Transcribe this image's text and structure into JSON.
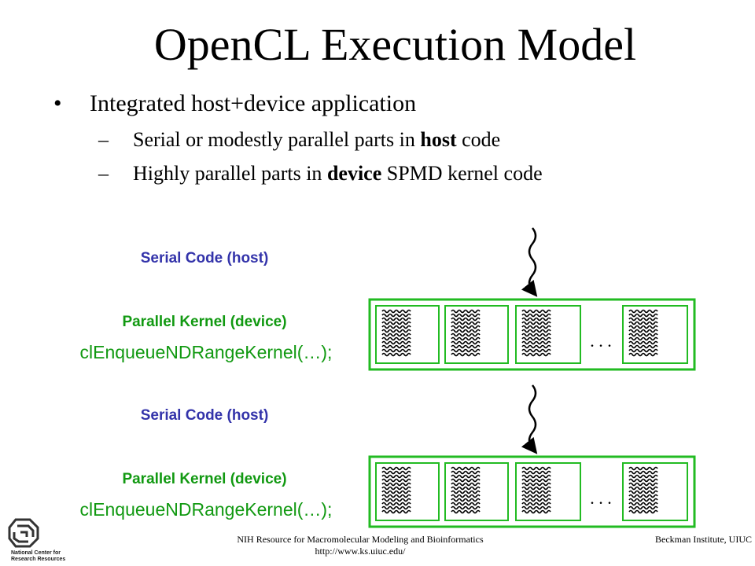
{
  "title": "OpenCL Execution Model",
  "bullet": {
    "marker": "•",
    "text": "Integrated host+device application"
  },
  "subbullets": [
    {
      "marker": "–",
      "pre": "Serial or modestly parallel parts in ",
      "bold": "host",
      "post": " code"
    },
    {
      "marker": "–",
      "pre": "Highly parallel parts in ",
      "bold": "device",
      "post": " SPMD kernel code"
    }
  ],
  "stages": [
    {
      "serial_label": "Serial Code (host)",
      "kernel_label": "Parallel Kernel (device)",
      "kernel_call": "clEnqueueNDRangeKernel(…);",
      "ellipsis": ". . ."
    },
    {
      "serial_label": "Serial Code (host)",
      "kernel_label": "Parallel Kernel (device)",
      "kernel_call": "clEnqueueNDRangeKernel(…);",
      "ellipsis": ". . ."
    }
  ],
  "footer": {
    "left_line1": "NIH Resource for Macromolecular Modeling and Bioinformatics",
    "left_line2": "http://www.ks.uiuc.edu/",
    "right": "Beckman Institute, UIUC",
    "logo_line1": "National Center for",
    "logo_line2": "Research Resources"
  },
  "colors": {
    "serial_label": "#3333aa",
    "kernel_label": "#119911",
    "grid_border": "#22bb22",
    "thread_wave": "#000000"
  },
  "icons": [
    "bullet-dot",
    "wavy-thread-icon",
    "arrow-down-icon",
    "ncrr-logo-icon"
  ]
}
